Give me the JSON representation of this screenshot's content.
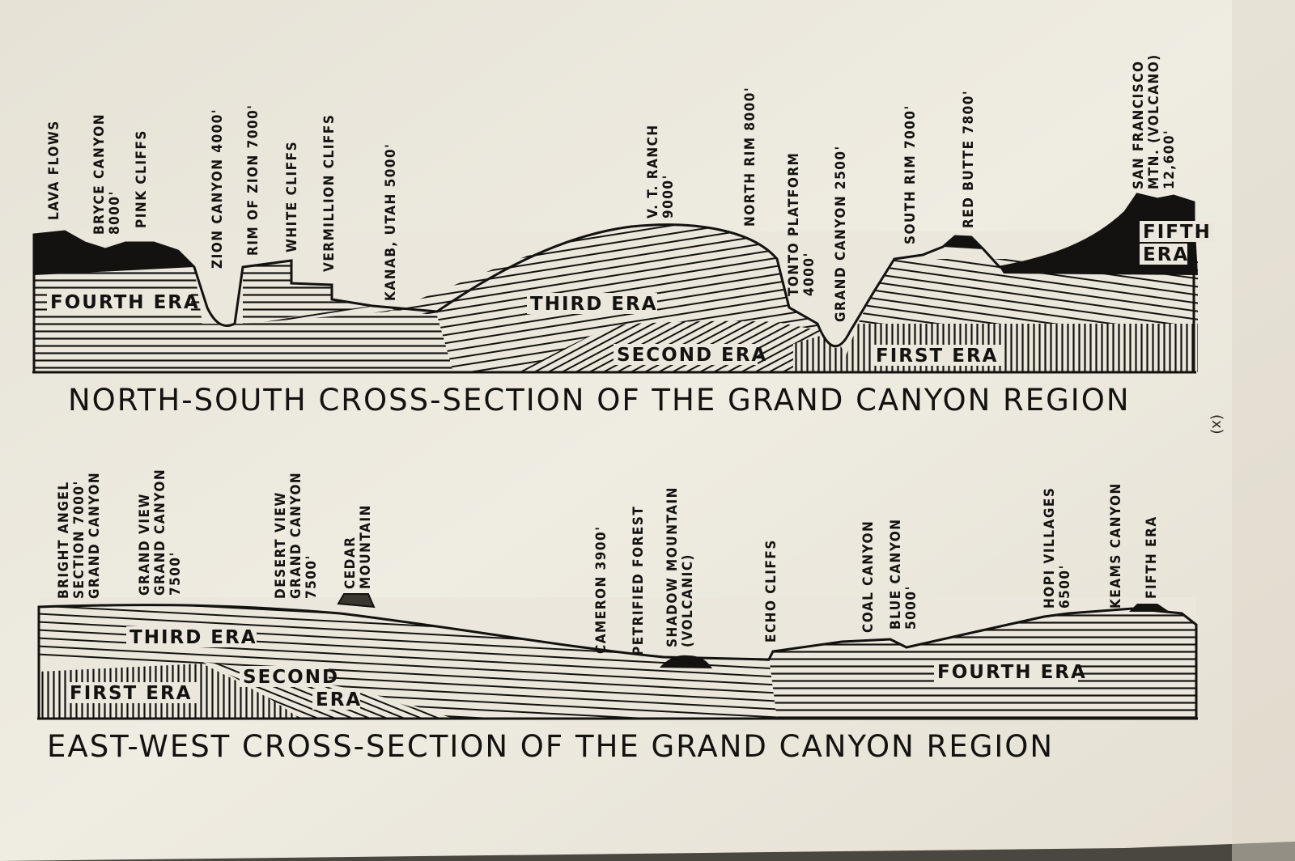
{
  "diagrams": [
    {
      "id": "north-south",
      "title": "NORTH-SOUTH CROSS-SECTION OF THE GRAND CANYON REGION",
      "landmarks": [
        {
          "id": "lava-flows",
          "lines": [
            "LAVA FLOWS"
          ]
        },
        {
          "id": "bryce-canyon",
          "lines": [
            "BRYCE CANYON",
            "8000'"
          ]
        },
        {
          "id": "pink-cliffs",
          "lines": [
            "PINK CLIFFS"
          ]
        },
        {
          "id": "zion-canyon",
          "lines": [
            "ZION CANYON 4000'"
          ]
        },
        {
          "id": "rim-of-zion",
          "lines": [
            "RIM OF ZION 7000'"
          ]
        },
        {
          "id": "white-cliffs",
          "lines": [
            "WHITE CLIFFS"
          ]
        },
        {
          "id": "vermillion-cliffs",
          "lines": [
            "VERMILLION CLIFFS"
          ]
        },
        {
          "id": "kanab-utah",
          "lines": [
            "KANAB, UTAH 5000'"
          ]
        },
        {
          "id": "vt-ranch",
          "lines": [
            "V. T. RANCH",
            "9000'"
          ]
        },
        {
          "id": "north-rim",
          "lines": [
            "NORTH RIM 8000'"
          ]
        },
        {
          "id": "tonto-platform",
          "lines": [
            "TONTO PLATFORM",
            "4000'"
          ]
        },
        {
          "id": "grand-canyon",
          "lines": [
            "GRAND CANYON 2500'"
          ]
        },
        {
          "id": "south-rim",
          "lines": [
            "SOUTH RIM 7000'"
          ]
        },
        {
          "id": "red-butte",
          "lines": [
            "RED BUTTE 7800'"
          ]
        },
        {
          "id": "san-francisco-mtn",
          "lines": [
            "SAN FRANCISCO",
            "MTN. (VOLCANO)",
            "12,600'"
          ]
        }
      ],
      "eras": [
        {
          "id": "fourth",
          "lines": [
            "FOURTH ERA"
          ]
        },
        {
          "id": "third",
          "lines": [
            "THIRD ERA"
          ]
        },
        {
          "id": "second",
          "lines": [
            "SECOND ERA"
          ]
        },
        {
          "id": "first",
          "lines": [
            "FIRST ERA"
          ]
        },
        {
          "id": "fifth",
          "lines": [
            "FIFTH",
            "ERA"
          ]
        }
      ]
    },
    {
      "id": "east-west",
      "title": "EAST-WEST CROSS-SECTION OF THE GRAND CANYON REGION",
      "landmarks": [
        {
          "id": "bright-angel",
          "lines": [
            "BRIGHT ANGEL",
            "SECTION 7000'",
            "GRAND CANYON"
          ]
        },
        {
          "id": "grand-view",
          "lines": [
            "GRAND VIEW",
            "GRAND CANYON",
            "7500'"
          ]
        },
        {
          "id": "desert-view",
          "lines": [
            "DESERT VIEW",
            "GRAND CANYON",
            "7500'"
          ]
        },
        {
          "id": "cedar-mountain",
          "lines": [
            "CEDAR",
            "MOUNTAIN"
          ]
        },
        {
          "id": "cameron",
          "lines": [
            "CAMERON 3900'"
          ]
        },
        {
          "id": "petrified-forest",
          "lines": [
            "PETRIFIED FOREST"
          ]
        },
        {
          "id": "shadow-mountain",
          "lines": [
            "SHADOW MOUNTAIN",
            "(VOLCANIC)"
          ]
        },
        {
          "id": "echo-cliffs",
          "lines": [
            "ECHO CLIFFS"
          ]
        },
        {
          "id": "coal-canyon",
          "lines": [
            "COAL CANYON"
          ]
        },
        {
          "id": "blue-canyon",
          "lines": [
            "BLUE CANYON",
            "5000'"
          ]
        },
        {
          "id": "hopi-villages",
          "lines": [
            "HOPI VILLAGES",
            "6500'"
          ]
        },
        {
          "id": "keams-canyon",
          "lines": [
            "KEAMS CANYON"
          ]
        },
        {
          "id": "fifth-era-label",
          "lines": [
            "FIFTH ERA"
          ]
        }
      ],
      "eras": [
        {
          "id": "third",
          "lines": [
            "THIRD ERA"
          ]
        },
        {
          "id": "second",
          "lines": [
            "SECOND",
            "ERA"
          ]
        },
        {
          "id": "first",
          "lines": [
            "FIRST ERA"
          ]
        },
        {
          "id": "fourth",
          "lines": [
            "FOURTH ERA"
          ]
        }
      ]
    }
  ],
  "margin_mark": "(x)",
  "colors": {
    "paper": "#ebe7dc",
    "ink": "#141210",
    "background": "#4a4640"
  }
}
